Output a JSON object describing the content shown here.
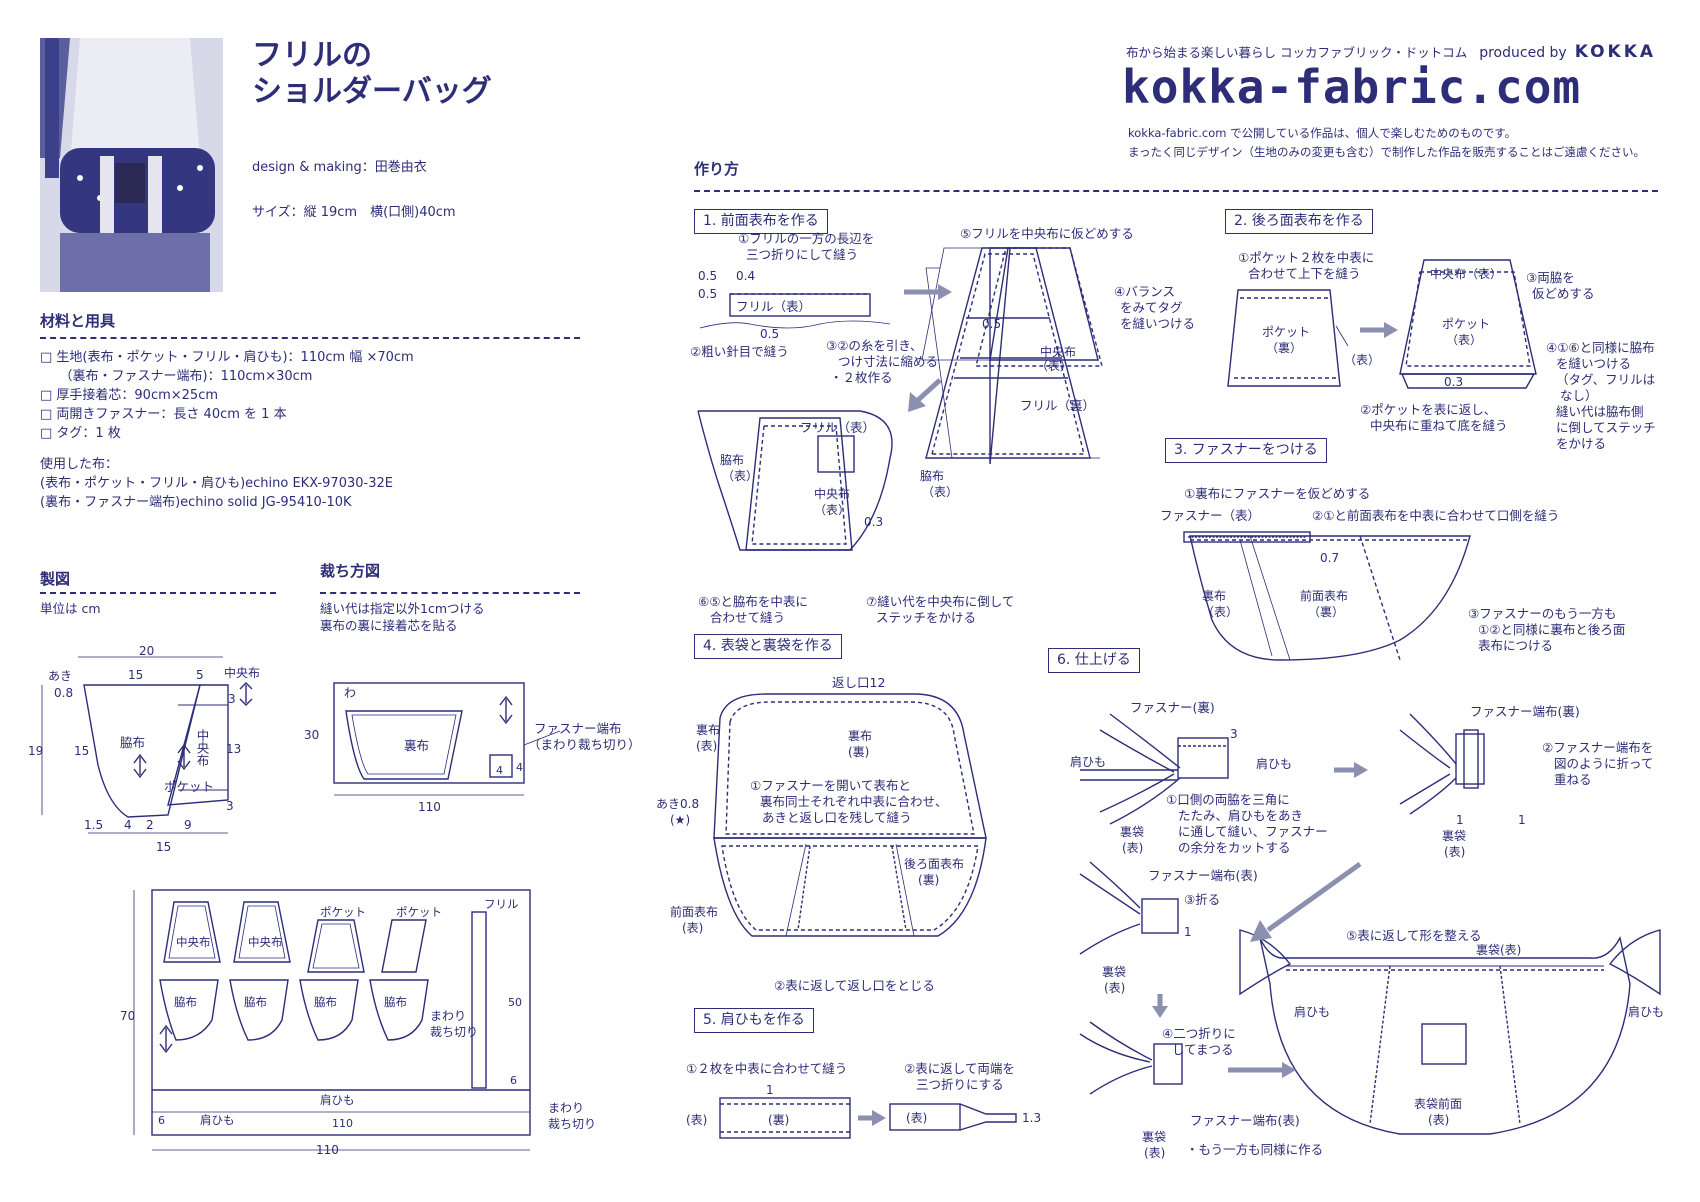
{
  "header": {
    "title_line1": "フリルの",
    "title_line2": "ショルダーバッグ",
    "design": "design & making：田巻由衣",
    "size": "サイズ：縦 19cm　横(口側)40cm",
    "tagline": "布から始まる楽しい暮らし コッカファブリック・ドットコム",
    "produced_by": "produced by",
    "kokka": "KOKKA",
    "site": "kokka-fabric.com",
    "notice_line1": "kokka-fabric.com で公開している作品は、個人で楽しむためのものです。",
    "notice_line2": "まったく同じデザイン（生地のみの変更も含む）で制作した作品を販売することはご遠慮ください。"
  },
  "materials": {
    "heading": "材料と用具",
    "items": [
      "□ 生地(表布・ポケット・フリル・肩ひも)：110cm 幅 ×70cm",
      "　　（裏布・ファスナー端布)：110cm×30cm",
      "□ 厚手接着芯：90cm×25cm",
      "□ 両開きファスナー：長さ 40cm を 1 本",
      "□ タグ：1 枚"
    ],
    "fabric_label": "使用した布：",
    "fabric1": "(表布・ポケット・フリル・肩ひも)echino EKX-97030-32E",
    "fabric2": "(裏布・ファスナー端布)echino solid JG-95410-10K"
  },
  "pattern": {
    "heading": "製図",
    "unit": "単位は cm",
    "labels": {
      "top": "20",
      "top15": "15",
      "five": "5",
      "aki": "あき",
      "d08": "0.8",
      "chuo": "中央布",
      "left19": "19",
      "left15": "15",
      "wakinuno": "脇布",
      "chuo_v": "中央布",
      "three_a": "3",
      "thirteen": "13",
      "three_b": "3",
      "pocket": "ポケット",
      "b15a": "1.5",
      "b4": "4",
      "b2": "2",
      "b9": "9",
      "b15": "15"
    }
  },
  "cutting": {
    "heading": "裁ち方図",
    "note1": "縫い代は指定以外1cmつける",
    "note2": "裏布の裏に接着芯を貼る",
    "upper": {
      "wa": "わ",
      "h30": "30",
      "uranuno": "裏布",
      "fastener": "ファスナー端布",
      "mawari": "（まわり裁ち切り）",
      "four_a": "4",
      "four_b": "4",
      "w110": "110"
    },
    "lower": {
      "h70": "70",
      "w110": "110",
      "chuo1": "中央布",
      "chuo2": "中央布",
      "pocket1": "ポケット",
      "pocket2": "ポケット",
      "waki1": "脇布",
      "waki2": "脇布",
      "waki3": "脇布",
      "waki4": "脇布",
      "frill": "フリル",
      "fifty": "50",
      "six_a": "6",
      "mawari1": "まわり",
      "mawari2": "裁ち切り",
      "katahimo1": "肩ひも",
      "katahimo2": "肩ひも",
      "six_b": "6",
      "w110b": "110",
      "mawari3": "まわり",
      "mawari4": "裁ち切り"
    }
  },
  "instructions": {
    "heading": "作り方",
    "step1": {
      "title": "1. 前面表布を作る",
      "n1": "①フリルの一方の長辺を",
      "n1b": "三つ折りにして縫う",
      "d05a": "0.5",
      "d04": "0.4",
      "d05b": "0.5",
      "frill": "フリル（表）",
      "d05c": "0.5",
      "n2": "②粗い針目で縫う",
      "n3": "③②の糸を引き、",
      "n3b": "つけ寸法に縮める",
      "n3c": "・２枚作る",
      "n5": "⑤フリルを中央布に仮どめする",
      "n4": "④バランス",
      "n4b": "をみてタグ",
      "n4c": "を縫いつける",
      "d05d": "0.5",
      "chuo": "中央布",
      "chuo_omote": "（表）",
      "frill_ura": "フリル（裏）",
      "frill_top": "フリル（表）",
      "waki_l": "脇布",
      "waki_l2": "（表）",
      "waki_r": "脇布",
      "waki_r2": "（表）",
      "chuo2": "中央布",
      "chuo2b": "（表）",
      "d03": "0.3",
      "n6": "⑥⑤と脇布を中表に",
      "n6b": "合わせて縫う",
      "n7": "⑦縫い代を中央布に倒して",
      "n7b": "ステッチをかける"
    },
    "step2": {
      "title": "2. 後ろ面表布を作る",
      "n1": "①ポケット２枚を中表に",
      "n1b": "合わせて上下を縫う",
      "pocket": "ポケット",
      "pocket_ura": "（裏）",
      "omote": "（表）",
      "chuo": "中央布（表）",
      "n3": "③両脇を",
      "n3b": "仮どめする",
      "pocket2": "ポケット",
      "pocket2b": "（表）",
      "d03": "0.3",
      "n2": "②ポケットを表に返し、",
      "n2b": "中央布に重ねて底を縫う",
      "n4": "④①⑥と同様に脇布",
      "n4b": "を縫いつける",
      "n4c": "（タグ、フリルは",
      "n4d": "なし）",
      "n4e": "縫い代は脇布側",
      "n4f": "に倒してステッチ",
      "n4g": "をかける"
    },
    "step3": {
      "title": "3. ファスナーをつける",
      "n1": "①裏布にファスナーを仮どめする",
      "fastener": "ファスナー（表）",
      "n2": "②①と前面表布を中表に合わせて口側を縫う",
      "d07": "0.7",
      "ura": "裏布",
      "ura2": "（表）",
      "zenmen": "前面表布",
      "zenmen2": "（裏）",
      "n3": "③ファスナーのもう一方も",
      "n3b": "①②と同様に裏布と後ろ面",
      "n3c": "表布につける"
    },
    "step4": {
      "title": "4. 表袋と裏袋を作る",
      "kaeshi": "返し口12",
      "ura_l": "裏布",
      "ura_l2": "(表)",
      "ura_c": "裏布",
      "ura_c2": "(裏)",
      "n1": "①ファスナーを開いて表布と",
      "n1b": "裏布同士それぞれ中表に合わせ、",
      "n1c": "あきと返し口を残して縫う",
      "aki": "あき0.8",
      "star": "(★)",
      "ushiro": "後ろ面表布",
      "ushiro2": "(裏)",
      "zenmen": "前面表布",
      "zenmen2": "(表)",
      "n2": "②表に返して返し口をとじる"
    },
    "step5": {
      "title": "5. 肩ひもを作る",
      "n1": "①２枚を中表に合わせて縫う",
      "one": "1",
      "omote": "(表)",
      "ura": "(裏)",
      "n2": "②表に返して両端を",
      "n2b": "三つ折りにする",
      "omote2": "(表)",
      "d13": "1.3"
    },
    "step6": {
      "title": "6. 仕上げる",
      "fastener_ura": "ファスナー(裏)",
      "three": "3",
      "katahimo": "肩ひも",
      "katahimo2": "肩ひも",
      "urabukuro": "裏袋",
      "urabukuro2": "(表)",
      "n1": "①口側の両脇を三角に",
      "n1b": "たたみ、肩ひもをあき",
      "n1c": "に通して縫い、ファスナー",
      "n1d": "の余分をカットする",
      "tanuno_ura": "ファスナー端布(裏)",
      "n2": "②ファスナー端布を",
      "n2b": "図のように折って",
      "n2c": "重ねる",
      "one_a": "1",
      "one_b": "1",
      "urabukuro3": "裏袋",
      "urabukuro4": "(表)",
      "tanuno_ura2": "ファスナー端布(表)",
      "n3": "③折る",
      "one_c": "1",
      "urabukuro5": "裏袋",
      "urabukuro6": "(表)",
      "n4": "④二つ折りに",
      "n4b": "してまつる",
      "tanuno_omote": "ファスナー端布(表)",
      "urabukuro7": "裏袋",
      "urabukuro8": "(表)",
      "note": "・もう一方も同様に作る",
      "n5": "⑤表に返して形を整える",
      "urabukuro_omote": "裏袋(表)",
      "katahimo3": "肩ひも",
      "katahimo4": "肩ひも",
      "omotebukuro": "表袋前面",
      "omotebukuro2": "(表)"
    }
  },
  "colors": {
    "ink": "#2d2d78",
    "arrow": "#8b8fb0",
    "photo_bg": "#3c3f8a"
  }
}
